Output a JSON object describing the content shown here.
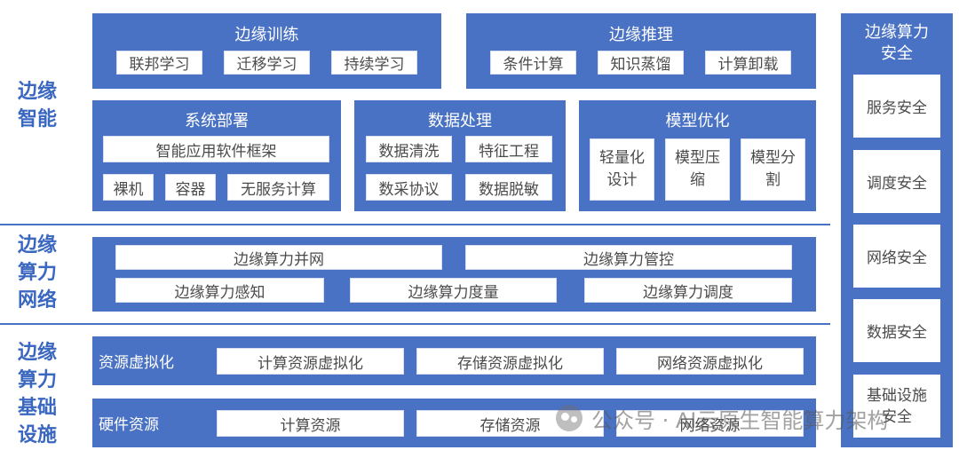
{
  "side_labels": {
    "intelligence": "边缘智能",
    "network": "边缘算力网络",
    "infrastructure": "边缘算力基础设施"
  },
  "training": {
    "title": "边缘训练",
    "items": [
      "联邦学习",
      "迁移学习",
      "持续学习"
    ]
  },
  "inference": {
    "title": "边缘推理",
    "items": [
      "条件计算",
      "知识蒸馏",
      "计算卸载"
    ]
  },
  "deployment": {
    "title": "系统部署",
    "framework": "智能应用软件框架",
    "items": [
      "裸机",
      "容器",
      "无服务计算"
    ]
  },
  "data_processing": {
    "title": "数据处理",
    "items": [
      "数据清洗",
      "特征工程",
      "数采协议",
      "数据脱敏"
    ]
  },
  "model_optimization": {
    "title": "模型优化",
    "items": [
      "轻量化设计",
      "模型压缩",
      "模型分割"
    ]
  },
  "network_layer": {
    "row1": [
      "边缘算力并网",
      "边缘算力管控"
    ],
    "row2": [
      "边缘算力感知",
      "边缘算力度量",
      "边缘算力调度"
    ]
  },
  "virtualization": {
    "label": "资源虚拟化",
    "items": [
      "计算资源虚拟化",
      "存储资源虚拟化",
      "网络资源虚拟化"
    ]
  },
  "hardware": {
    "label": "硬件资源",
    "items": [
      "计算资源",
      "存储资源",
      "网络资源"
    ]
  },
  "security": {
    "title": "边缘算力安全",
    "items": [
      "服务安全",
      "调度安全",
      "网络安全",
      "数据安全",
      "基础设施安全"
    ]
  },
  "watermark": "公众号 · AI云原生智能算力架构",
  "colors": {
    "panel_blue": "#4a72c4",
    "side_label_blue": "#3a67c0",
    "cell_text": "#4b4b4b"
  }
}
